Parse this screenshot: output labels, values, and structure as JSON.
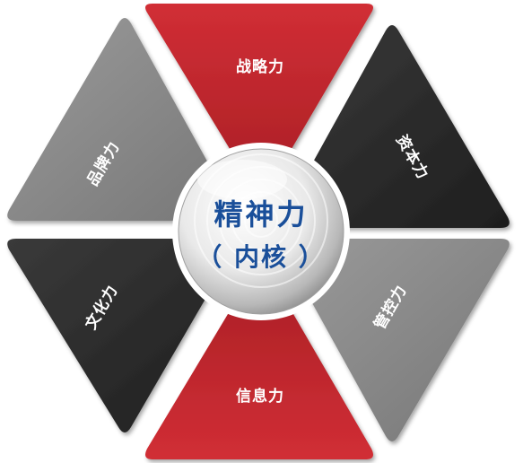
{
  "core": {
    "title": "精神力",
    "subtitle": "（ 内核 ）"
  },
  "segments": {
    "top": {
      "label": "战略力",
      "color": "#c0272d"
    },
    "upper_right": {
      "label": "资本力",
      "color": "#2b2b2b"
    },
    "lower_right": {
      "label": "管控力",
      "color": "#8a8a8a"
    },
    "bottom": {
      "label": "信息力",
      "color": "#c0272d"
    },
    "lower_left": {
      "label": "文化力",
      "color": "#2b2b2b"
    },
    "upper_left": {
      "label": "品牌力",
      "color": "#8a8a8a"
    }
  },
  "colors": {
    "red": "#c0272d",
    "dark": "#2b2b2b",
    "gray": "#8a8a8a",
    "core_text": "#1a4f9a"
  }
}
